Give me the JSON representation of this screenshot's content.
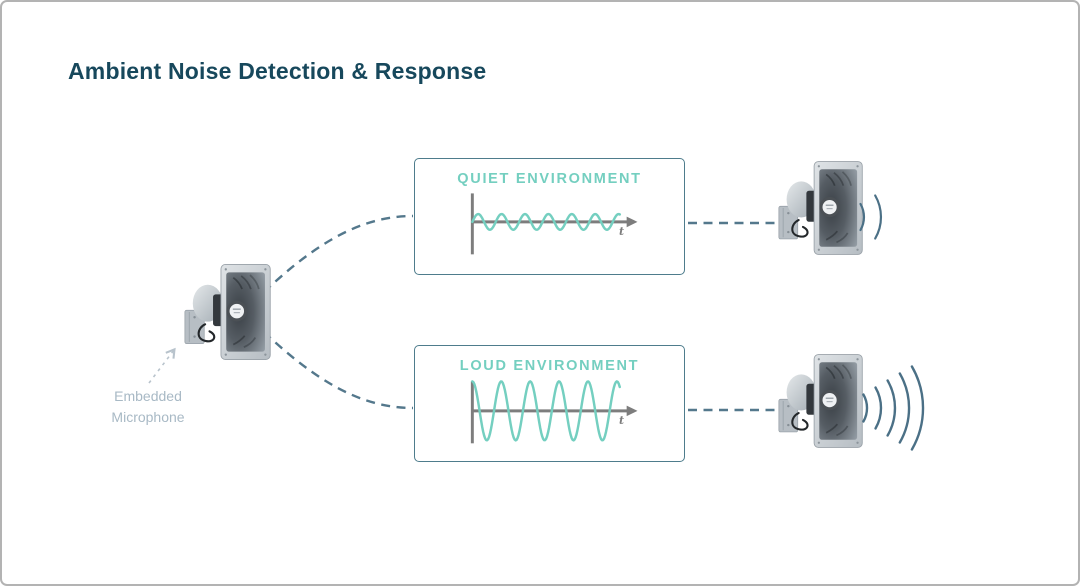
{
  "title": {
    "text": "Ambient Noise Detection & Response"
  },
  "mic_label": {
    "text": "Embedded Microphone"
  },
  "boxes": [
    {
      "id": "quiet",
      "label": "QUIET ENVIRONMENT",
      "axis_label": "t",
      "wave": {
        "type": "sine",
        "amplitude": 8,
        "cycles": 6.3,
        "phase": "sin"
      }
    },
    {
      "id": "loud",
      "label": "LOUD ENVIRONMENT",
      "axis_label": "t",
      "wave": {
        "type": "sine",
        "amplitude": 30,
        "cycles": 5.1,
        "phase": "cos"
      }
    }
  ],
  "speakers": [
    {
      "id": "mic-speaker",
      "description": "horn speaker with embedded microphone"
    },
    {
      "id": "quiet-output-speaker",
      "description": "horn speaker, low volume output"
    },
    {
      "id": "loud-output-speaker",
      "description": "horn speaker, high volume output"
    }
  ],
  "sound_waves": {
    "quiet_arc_count": 2,
    "loud_arc_count": 5
  },
  "colors": {
    "title": "#17485c",
    "box_border": "#4e7c8c",
    "accent_teal": "#74cfc0",
    "axis_gray": "#7d7d7d",
    "connector": "#54788c",
    "sound_wave_arc": "#4b7086",
    "mic_label": "#a8b9c5",
    "mic_arrow": "#b8c3cc",
    "canvas_border": "#b3b3b3"
  }
}
